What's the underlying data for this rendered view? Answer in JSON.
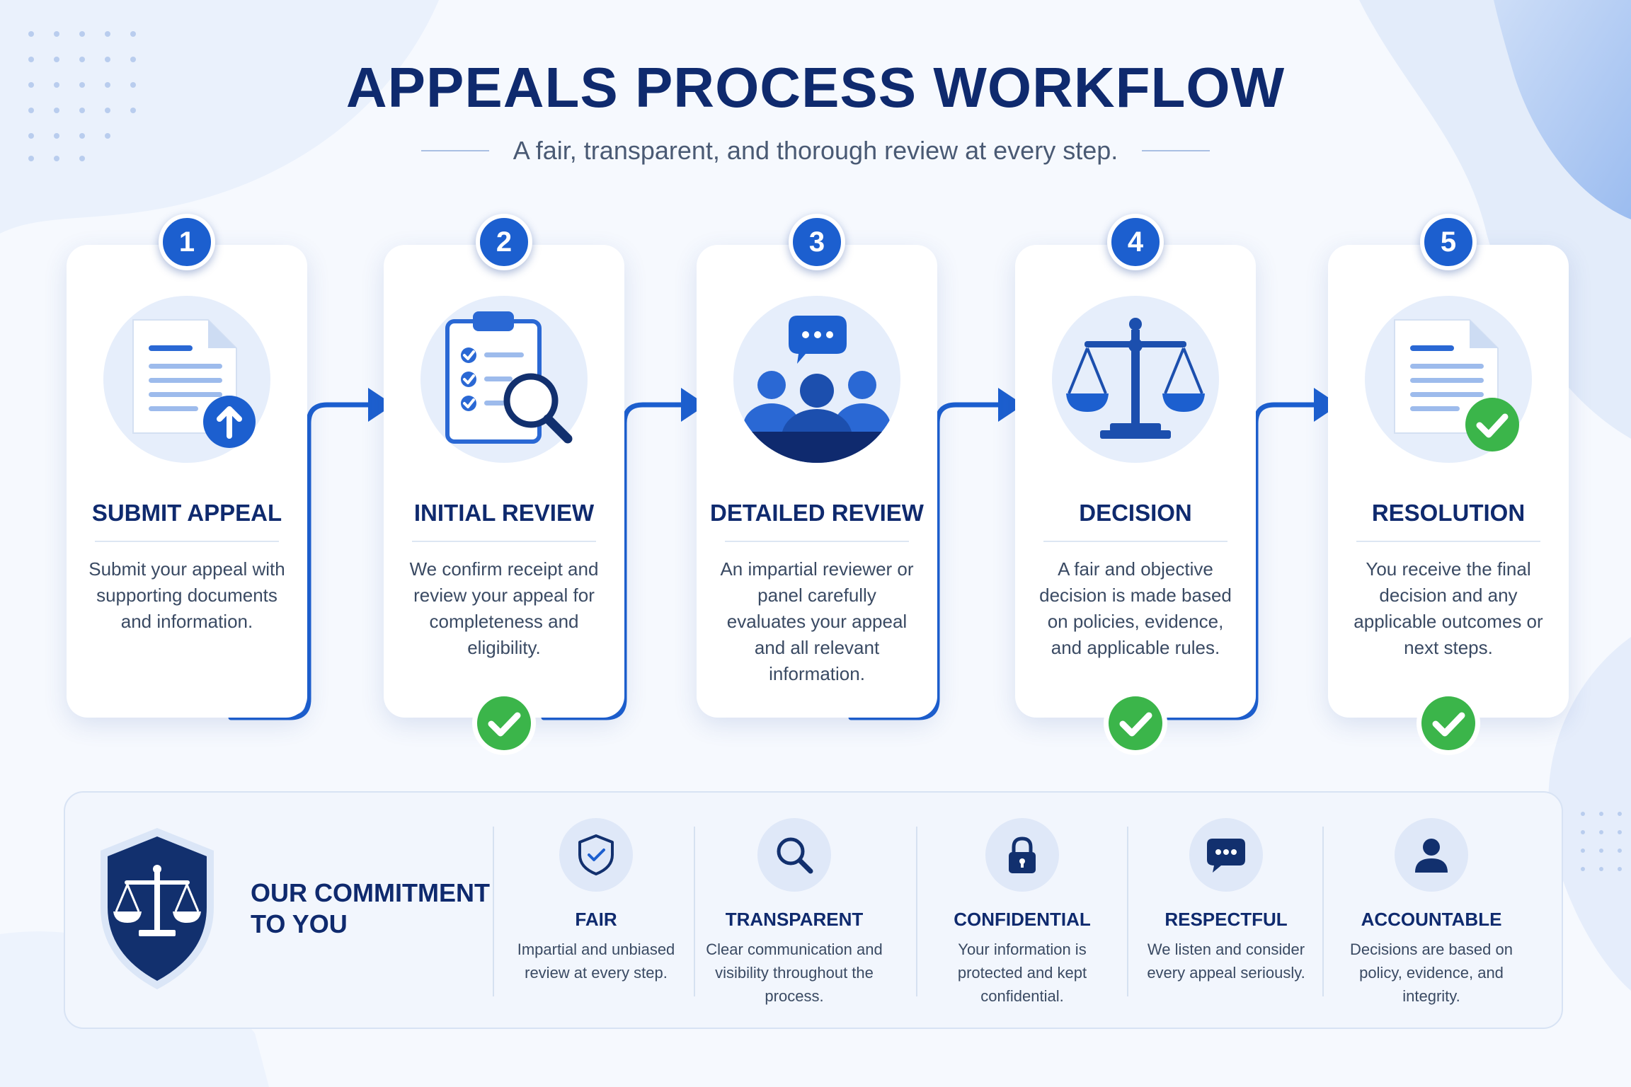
{
  "header": {
    "title": "APPEALS PROCESS WORKFLOW",
    "subtitle": "A fair, transparent, and thorough review at every step."
  },
  "colors": {
    "primary": "#1c5fcf",
    "navy": "#0f2a6e",
    "success": "#3bb54a",
    "icon_bg": "#e6eefb"
  },
  "steps": [
    {
      "number": "1",
      "title": "SUBMIT APPEAL",
      "description": "Submit your appeal with supporting documents and information.",
      "icon": "document-upload-icon",
      "completed": false
    },
    {
      "number": "2",
      "title": "INITIAL REVIEW",
      "description": "We confirm receipt and review your appeal for completeness and eligibility.",
      "icon": "clipboard-search-icon",
      "completed": true
    },
    {
      "number": "3",
      "title": "DETAILED REVIEW",
      "description": "An impartial reviewer or panel carefully evaluates your appeal and all relevant information.",
      "icon": "panel-discussion-icon",
      "completed": false
    },
    {
      "number": "4",
      "title": "DECISION",
      "description": "A fair and objective decision is made based on policies, evidence, and applicable rules.",
      "icon": "scales-icon",
      "completed": true
    },
    {
      "number": "5",
      "title": "RESOLUTION",
      "description": "You receive the final decision and any applicable outcomes or next steps.",
      "icon": "document-approved-icon",
      "completed": true
    }
  ],
  "commitment": {
    "title_line1": "OUR COMMITMENT",
    "title_line2": "TO YOU",
    "values": [
      {
        "title": "FAIR",
        "description": "Impartial and unbiased review at every step.",
        "icon": "shield-check-icon"
      },
      {
        "title": "TRANSPARENT",
        "description": "Clear communication and visibility throughout the process.",
        "icon": "magnifier-icon"
      },
      {
        "title": "CONFIDENTIAL",
        "description": "Your information is protected and kept confidential.",
        "icon": "lock-icon"
      },
      {
        "title": "RESPECTFUL",
        "description": "We listen and consider every appeal seriously.",
        "icon": "chat-bubble-icon"
      },
      {
        "title": "ACCOUNTABLE",
        "description": "Decisions are based on policy, evidence, and integrity.",
        "icon": "person-icon"
      }
    ]
  }
}
